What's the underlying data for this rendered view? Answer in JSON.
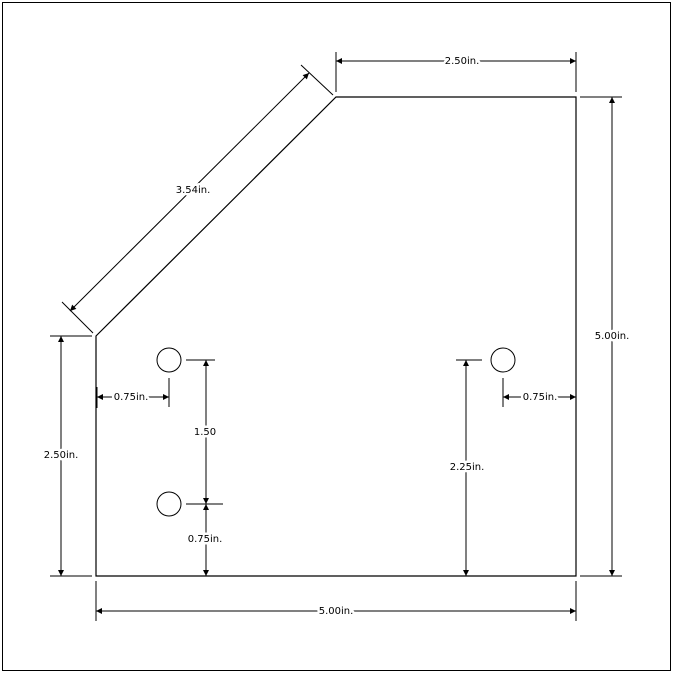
{
  "drawing": {
    "units": "in.",
    "dimensions": {
      "top_width": "2.50in.",
      "right_height": "5.00in.",
      "bottom_width": "5.00in.",
      "left_height": "2.50in.",
      "chamfer_length": "3.54in.",
      "left_hole_offset": "0.75in.",
      "hole_spacing": "1.50",
      "bottom_hole_offset": "0.75in.",
      "right_hole_height": "2.25in.",
      "right_hole_offset": "0.75in."
    },
    "holes": 3
  }
}
